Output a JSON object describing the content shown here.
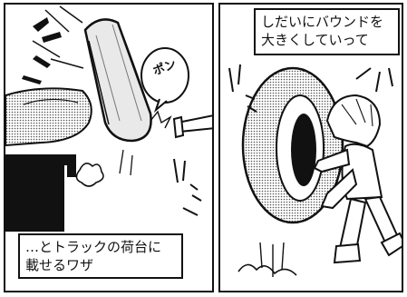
{
  "panels": {
    "left": {
      "caption": {
        "line1": "…とトラックの荷台に",
        "line2": "載せるワザ"
      },
      "speech_bubble": "ポン"
    },
    "right": {
      "caption": {
        "line1": "しだいにバウンドを",
        "line2": "大きくしていって"
      }
    }
  },
  "colors": {
    "ink": "#111111",
    "paper": "#ffffff",
    "screentone": "#8a8a8a"
  }
}
